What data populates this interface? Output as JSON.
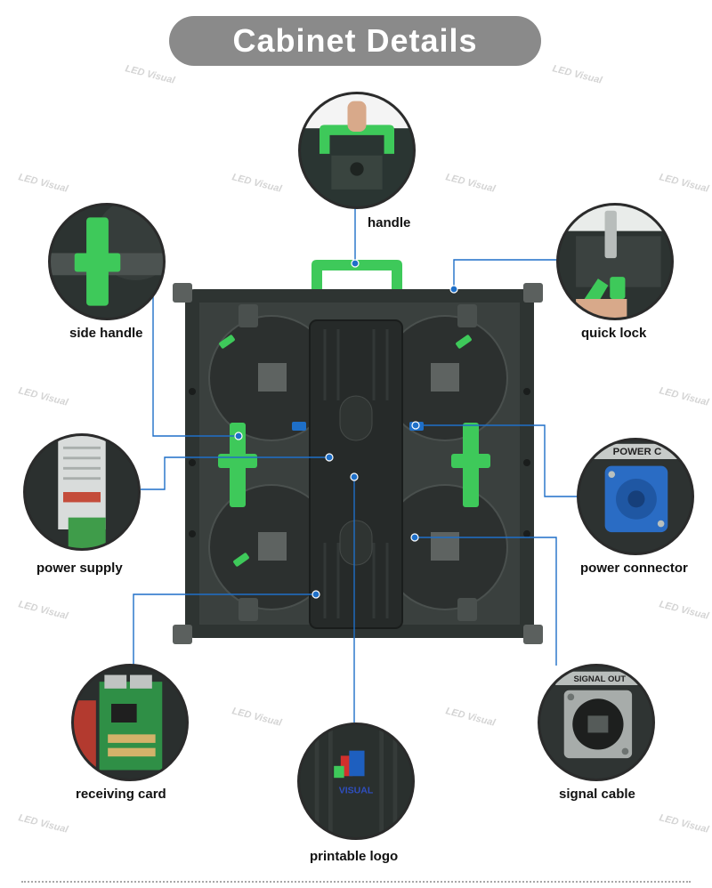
{
  "title": "Cabinet Details",
  "watermark_text": "LED Visual",
  "accent_color": "#1e6fc8",
  "handle_green": "#3ec95a",
  "callouts": {
    "handle": {
      "label": "handle",
      "icon": "handle-closeup"
    },
    "side_handle": {
      "label": "side handle",
      "icon": "side-handle-closeup"
    },
    "quick_lock": {
      "label": "quick lock",
      "icon": "quick-lock-closeup"
    },
    "power_supply": {
      "label": "power supply",
      "icon": "power-supply-closeup"
    },
    "power_connector": {
      "label": "power connector",
      "icon": "power-connector-closeup",
      "plate_text": "POWER C"
    },
    "receiving_card": {
      "label": "receiving card",
      "icon": "receiving-card-closeup"
    },
    "signal_cable": {
      "label": "signal cable",
      "icon": "signal-port-closeup",
      "plate_text": "SIGNAL OUT"
    },
    "printable_logo": {
      "label": "printable logo",
      "icon": "logo-closeup",
      "logo_text": "VISUAL"
    }
  }
}
